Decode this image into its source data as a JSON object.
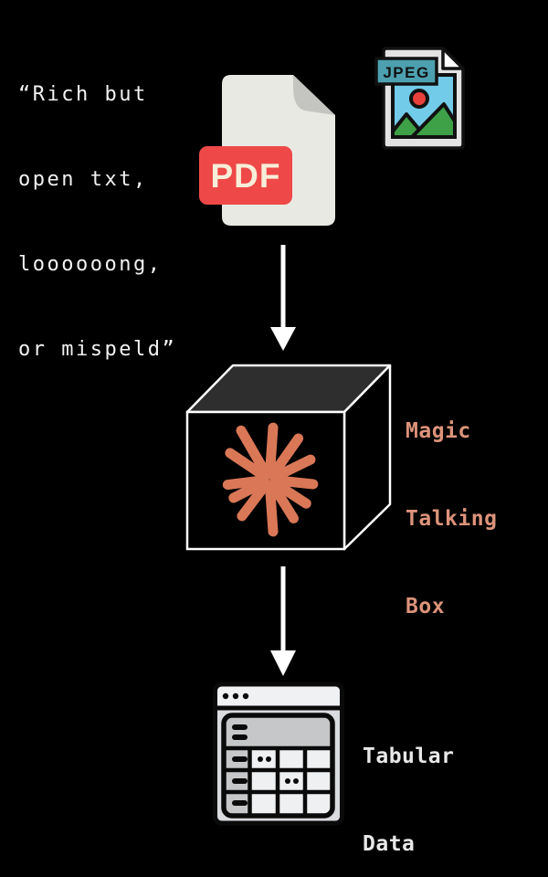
{
  "quote": {
    "lines": [
      "“Rich but",
      "open txt,",
      "loooooong,",
      "or mispeld”"
    ],
    "color": "#f2f2f2"
  },
  "pdf_icon": {
    "label": "PDF",
    "colors": {
      "paper": "#e9e9e4",
      "fold": "#c4c4c0",
      "badge": "#ee4948",
      "badge_text": "#f7eed9"
    }
  },
  "jpeg_icon": {
    "label": "JPEG",
    "colors": {
      "paper": "#e3e3e3",
      "fold": "#fdfdfd",
      "label_bg": "#4da0b0",
      "sky": "#72cbe8",
      "mountain": "#3ea147",
      "sun": "#e8413c",
      "outline": "#111111"
    }
  },
  "magic_box": {
    "label_lines": [
      "Magic",
      "Talking",
      "Box"
    ],
    "label_color": "#dd937b",
    "spark_color": "#d97757",
    "top_face_color": "#2e2e2e",
    "edge_color": "#ffffff"
  },
  "output_table": {
    "label_lines": [
      "Tabular",
      "Data"
    ],
    "label_color": "#e8e8e8"
  },
  "arrows": {
    "color": "#ffffff",
    "count": 2
  },
  "icons": [
    "pdf-file-icon",
    "jpeg-image-icon",
    "down-arrow-icon",
    "magic-box-cube-icon",
    "claude-spark-icon",
    "table-window-icon"
  ]
}
